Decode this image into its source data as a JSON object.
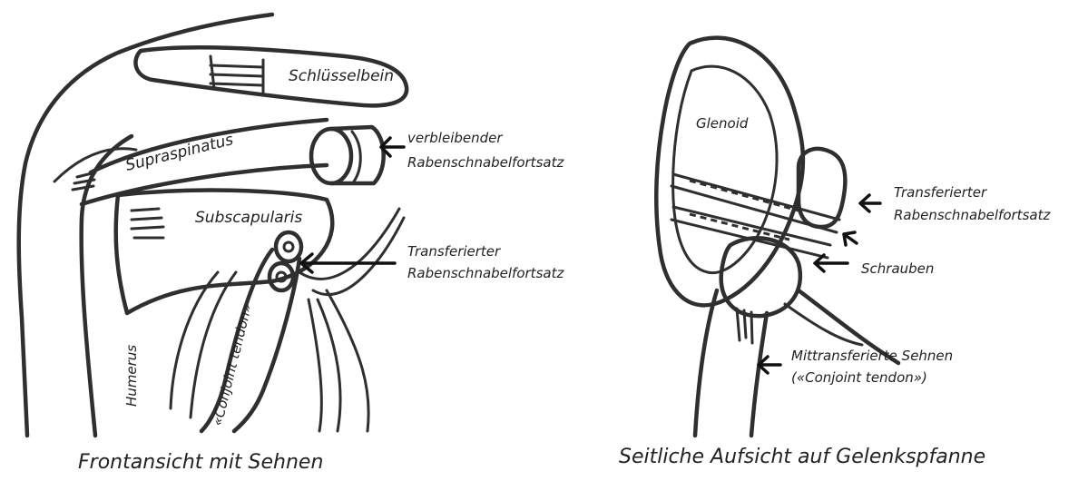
{
  "left_panel": {
    "labels": {
      "clavicle": "Schlüsselbein",
      "supraspinatus": "Supraspinatus",
      "remaining_coracoid_line1": "verbleibender",
      "remaining_coracoid_line2": "Rabenschnabelfortsatz",
      "subscapularis": "Subscapularis",
      "transferred_coracoid_line1": "Transferierter",
      "transferred_coracoid_line2": "Rabenschnabelfortsatz",
      "humerus": "Humerus",
      "conjoint_tendon": "«Conjoint tendon»"
    },
    "caption": "Frontansicht mit Sehnen"
  },
  "right_panel": {
    "labels": {
      "glenoid": "Glenoid",
      "transferred_coracoid_line1": "Transferierter",
      "transferred_coracoid_line2": "Rabenschnabelfortsatz",
      "screws": "Schrauben",
      "cotransferred_tendons_line1": "Mittransferierte Sehnen",
      "cotransferred_tendons_line2": "(«Conjoint tendon»)"
    },
    "caption": "Seitliche Aufsicht auf Gelenkspfanne"
  }
}
